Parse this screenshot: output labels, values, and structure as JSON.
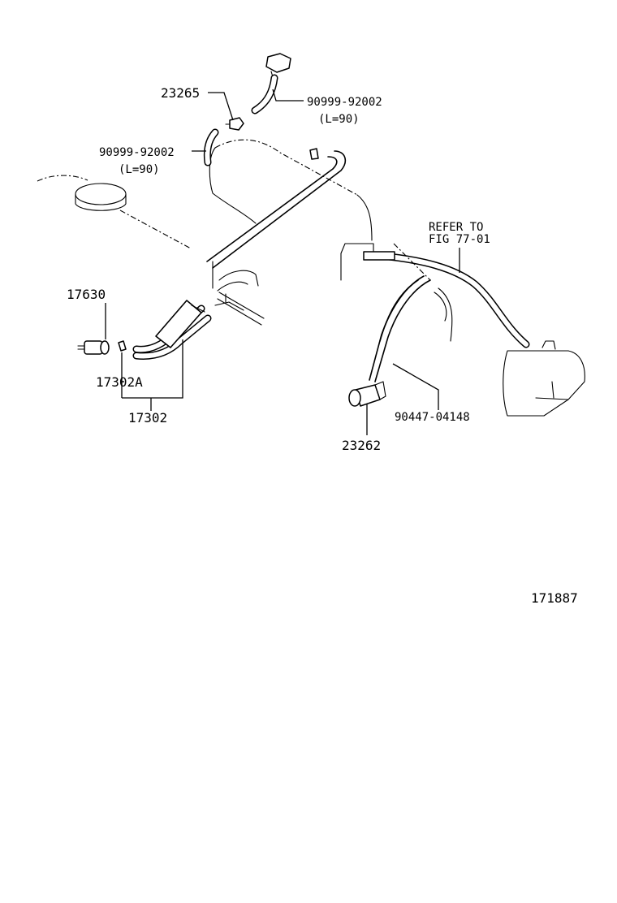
{
  "diagram": {
    "labels": {
      "part_23265": "23265",
      "part_90999_top": "90999-92002",
      "length_top": "(L=90)",
      "part_90999_left": "90999-92002",
      "length_left": "(L=90)",
      "part_17630": "17630",
      "part_17302A": "17302A",
      "part_17302": "17302",
      "refer_line1": "REFER TO",
      "refer_line2": "FIG 77-01",
      "part_90447": "90447-04148",
      "part_23262": "23262",
      "illustration_number": "171887"
    }
  }
}
